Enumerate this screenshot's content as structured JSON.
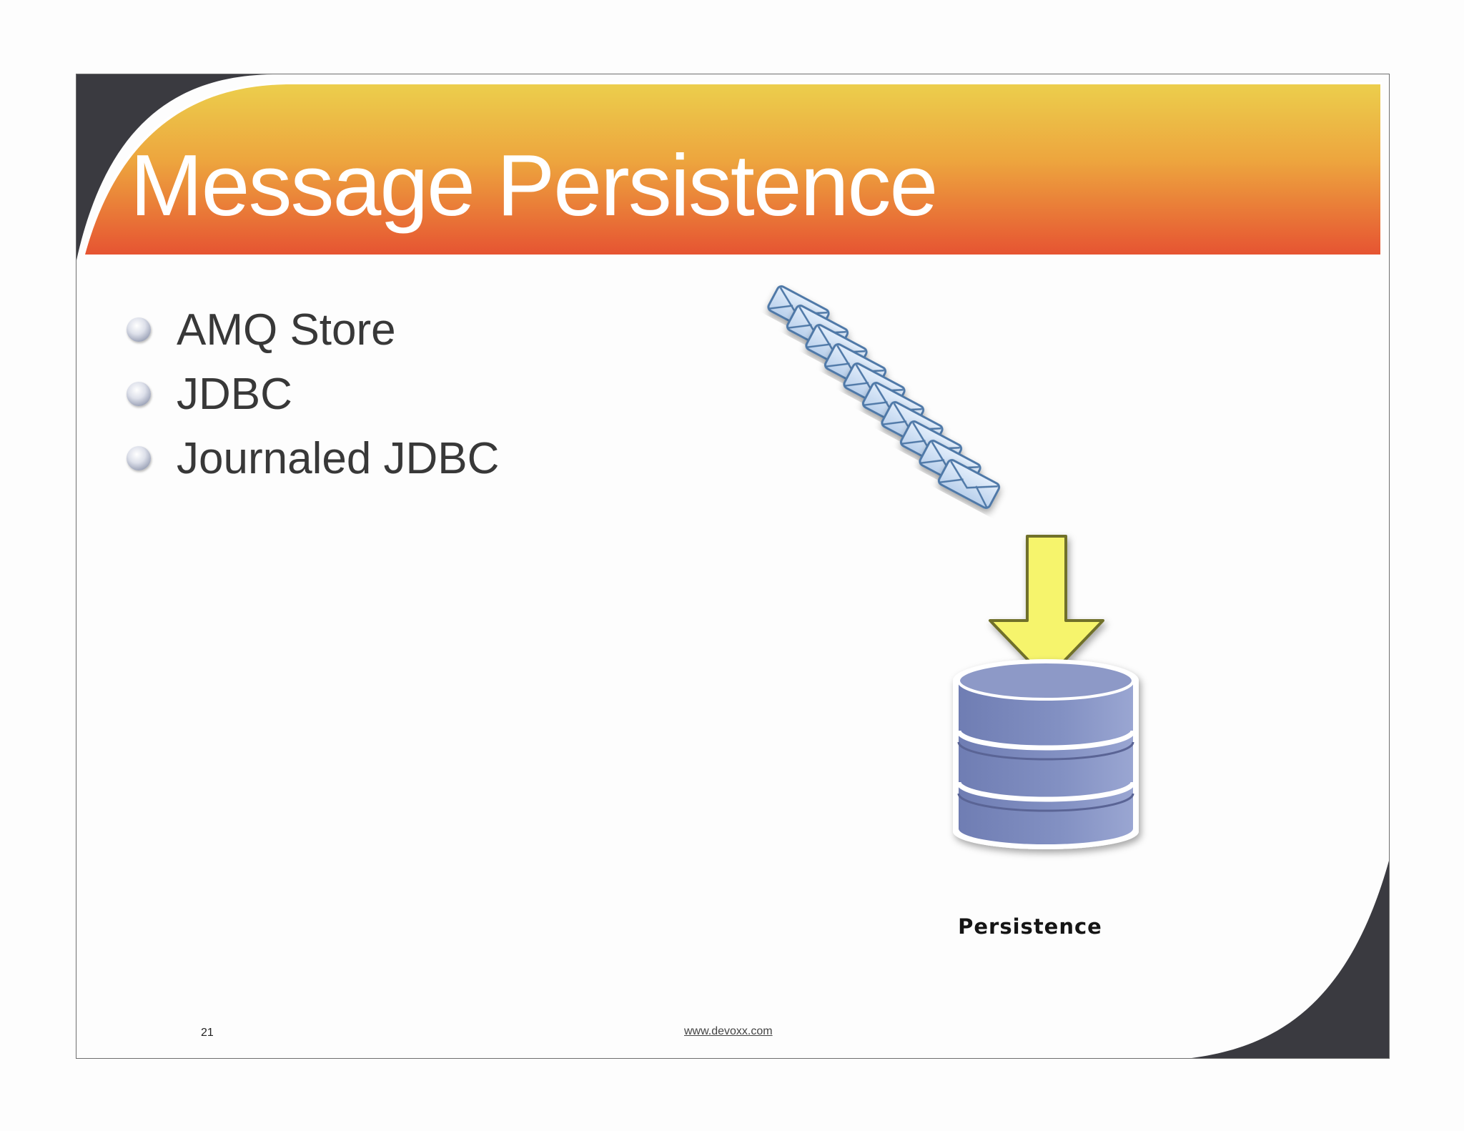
{
  "slide": {
    "title": "Message Persistence",
    "bullets": [
      "AMQ Store",
      "JDBC",
      "Journaled JDBC"
    ],
    "page_number": "21",
    "footer_url": "www.devoxx.com"
  },
  "diagram": {
    "caption": "Persistence",
    "message_count": 10,
    "icons": [
      "envelope-icon",
      "arrow-down-icon",
      "database-icon"
    ]
  },
  "colors": {
    "header_top": "#ecc94b",
    "header_bottom": "#e65432",
    "dark_swoosh": "#3a3a40",
    "bullet_text": "#383838",
    "envelope": "#c9ddf3",
    "arrow": "#f6f46c",
    "database": "#7d8abb"
  }
}
